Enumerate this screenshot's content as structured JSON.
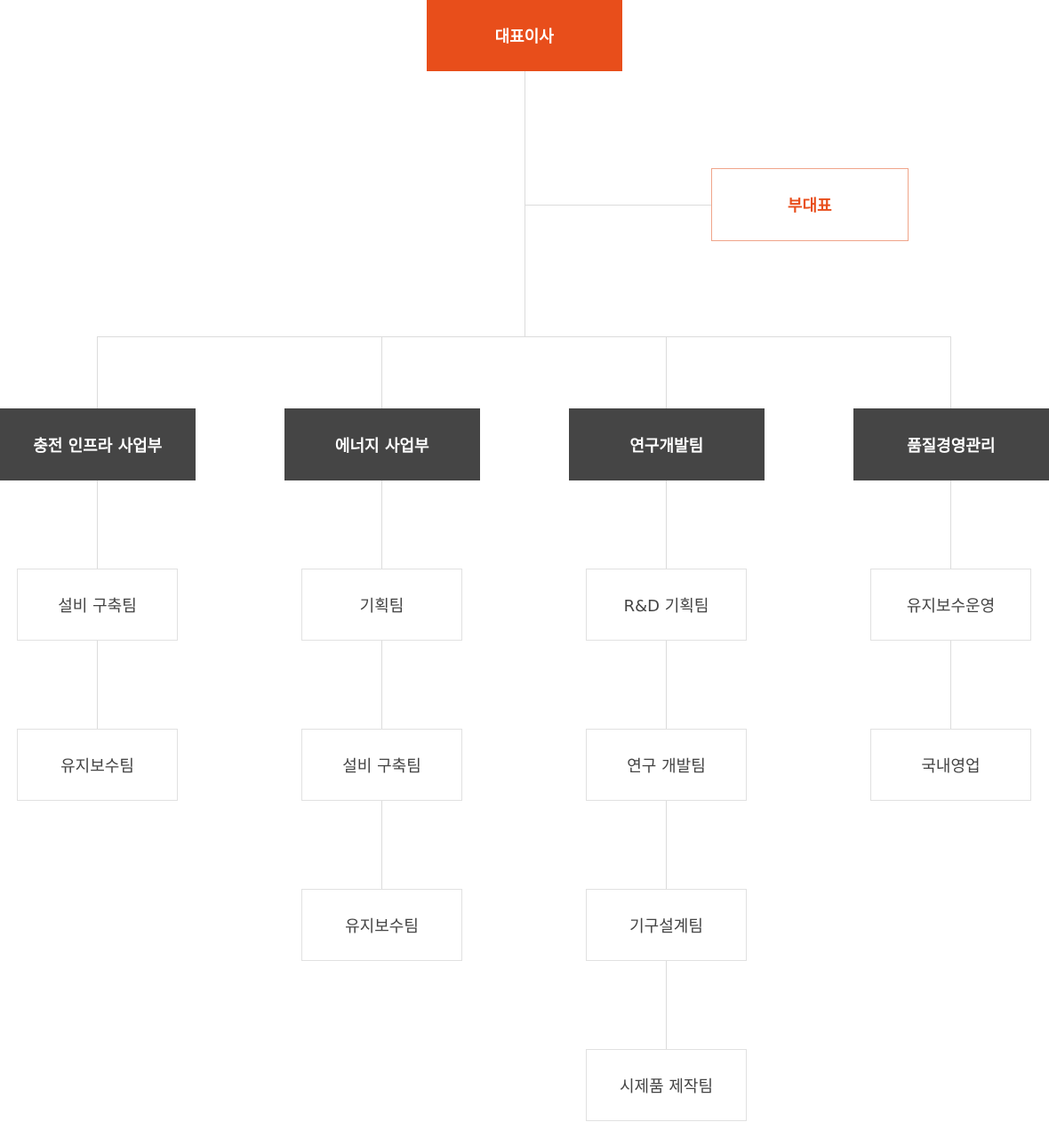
{
  "ceo": {
    "label": "대표이사"
  },
  "vice_ceo": {
    "label": "부대표"
  },
  "colors": {
    "ceo": "#e84e1b",
    "vice_border": "#f0a58a",
    "department": "#454545",
    "connector": "#dcdcdc",
    "team_border": "#e1e1e1"
  },
  "departments": [
    {
      "label": "충전 인프라 사업부",
      "teams": [
        "설비 구축팀",
        "유지보수팀"
      ]
    },
    {
      "label": "에너지 사업부",
      "teams": [
        "기획팀",
        "설비 구축팀",
        "유지보수팀"
      ]
    },
    {
      "label": "연구개발팀",
      "teams": [
        "R&D 기획팀",
        "연구 개발팀",
        "기구설계팀",
        "시제품 제작팀"
      ]
    },
    {
      "label": "품질경영관리",
      "teams": [
        "유지보수운영",
        "국내영업"
      ]
    }
  ]
}
